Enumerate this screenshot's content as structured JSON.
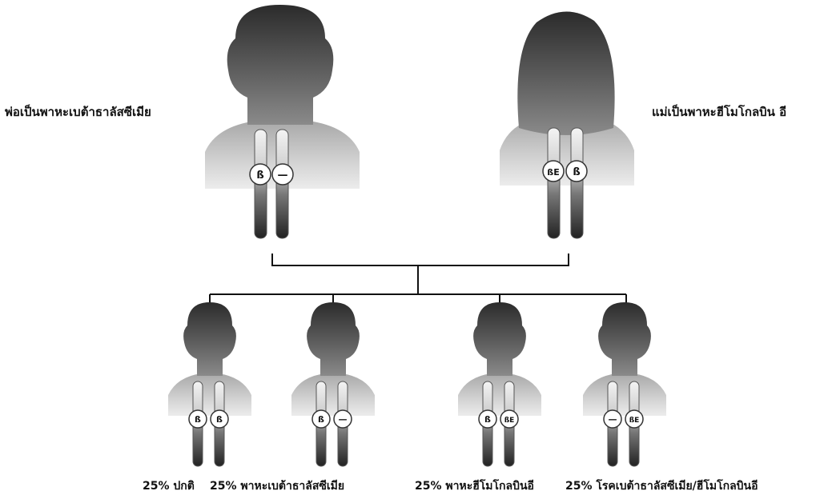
{
  "father": {
    "label": "พ่อเป็นพาหะเบต้าธาลัสซีเมีย",
    "alleles": [
      "ß",
      "—"
    ]
  },
  "mother": {
    "label": "แม่เป็นพาหะฮีโมโกลบิน อี",
    "alleles": [
      "ßE",
      "ß"
    ]
  },
  "children": [
    {
      "label": "25% ปกติ",
      "alleles": [
        "ß",
        "ß"
      ]
    },
    {
      "label": "25% พาหะเบต้าธาลัสซีเมีย",
      "alleles": [
        "ß",
        "—"
      ]
    },
    {
      "label": "25% พาหะฮีโมโกลบินอี",
      "alleles": [
        "ß",
        "ßE"
      ]
    },
    {
      "label": "25% โรคเบต้าธาลัสซีเมีย/ฮีโมโกลบินอี",
      "alleles": [
        "—",
        "ßE"
      ]
    }
  ]
}
